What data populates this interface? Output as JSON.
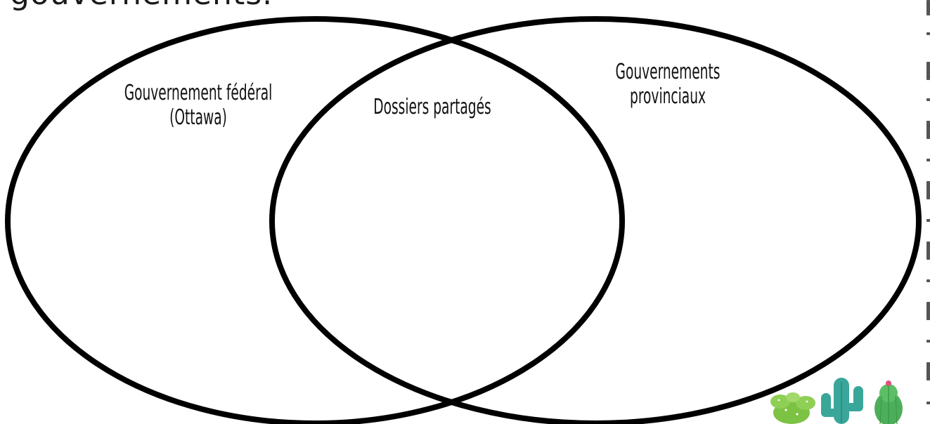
{
  "heading": "gouvernements.",
  "circles": {
    "left": {
      "lines": [
        "Gouvernement fédéral",
        "(Ottawa)"
      ]
    },
    "middle": {
      "lines": [
        "Dossiers partagés"
      ]
    },
    "right": {
      "lines": [
        "Gouvernements",
        "provinciaux"
      ]
    }
  },
  "colors": {
    "outline": "#000000",
    "text": "#111111",
    "cactus_green": "#7cc243",
    "cactus_teal": "#3aa69a",
    "cactus_pink": "#e0507a"
  },
  "decoration": {
    "icon": "cactus-icon"
  }
}
